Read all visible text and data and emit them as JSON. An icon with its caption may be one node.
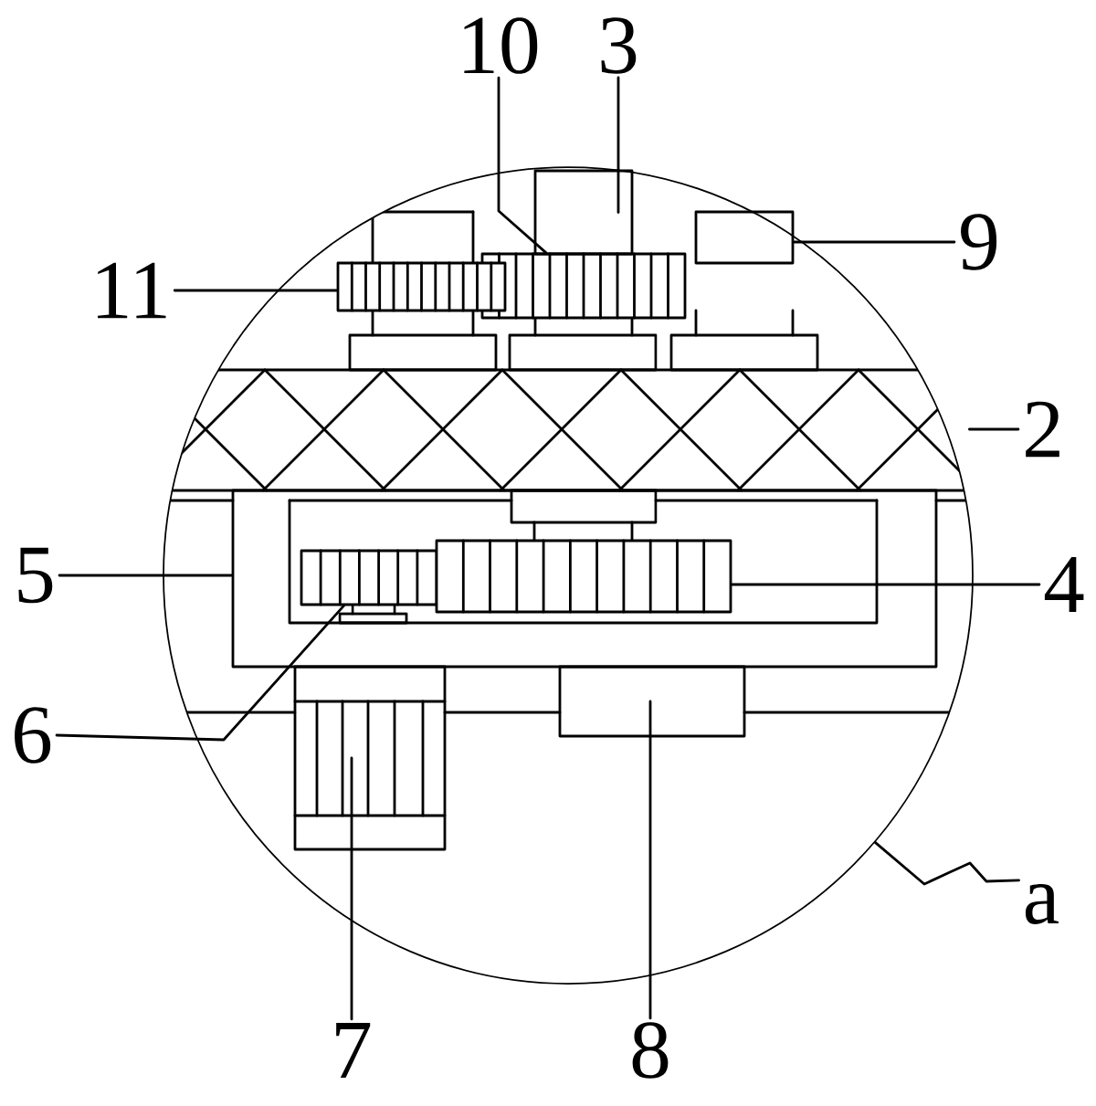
{
  "diagram": {
    "nodes": [
      {
        "text": [
          "10"
        ]
      },
      {
        "text": [
          "3"
        ]
      },
      {
        "text": [
          "11"
        ]
      },
      {
        "text": [
          "9"
        ]
      },
      {
        "text": [
          "2"
        ]
      },
      {
        "text": [
          "5"
        ]
      },
      {
        "text": [
          "4"
        ]
      },
      {
        "text": [
          "6"
        ]
      },
      {
        "text": [
          "7"
        ]
      },
      {
        "text": [
          "8"
        ]
      },
      {
        "text": [
          "a"
        ]
      },
      {
        "text": [],
        "shape": "circle"
      },
      {
        "text": [],
        "shape": "box",
        "in": 11
      },
      {
        "text": [],
        "shape": "box",
        "in": 11
      },
      {
        "text": [],
        "shape": "box",
        "in": 11
      },
      {
        "text": [],
        "shape": "box",
        "in": 11
      },
      {
        "text": [],
        "shape": "band",
        "in": 11
      },
      {
        "text": [],
        "shape": "box",
        "in": 11
      },
      {
        "text": [],
        "shape": "box",
        "in": 17
      },
      {
        "text": [],
        "shape": "box",
        "in": 17
      },
      {
        "text": [],
        "shape": "box",
        "in": 11
      },
      {
        "text": [],
        "shape": "box",
        "in": 11
      }
    ],
    "edges": [
      {
        "from": 0,
        "to": 12,
        "arrow": "none"
      },
      {
        "from": 1,
        "to": 13,
        "arrow": "none"
      },
      {
        "from": 2,
        "to": 14,
        "arrow": "none"
      },
      {
        "from": 3,
        "to": 15,
        "arrow": "none"
      },
      {
        "from": 4,
        "to": 16,
        "arrow": "none"
      },
      {
        "from": 5,
        "to": 17,
        "arrow": "none"
      },
      {
        "from": 6,
        "to": 19,
        "arrow": "none"
      },
      {
        "from": 7,
        "to": 18,
        "arrow": "none"
      },
      {
        "from": 8,
        "to": 20,
        "arrow": "none"
      },
      {
        "from": 9,
        "to": 21,
        "arrow": "none"
      },
      {
        "from": 10,
        "to": 11,
        "arrow": "none"
      }
    ]
  }
}
